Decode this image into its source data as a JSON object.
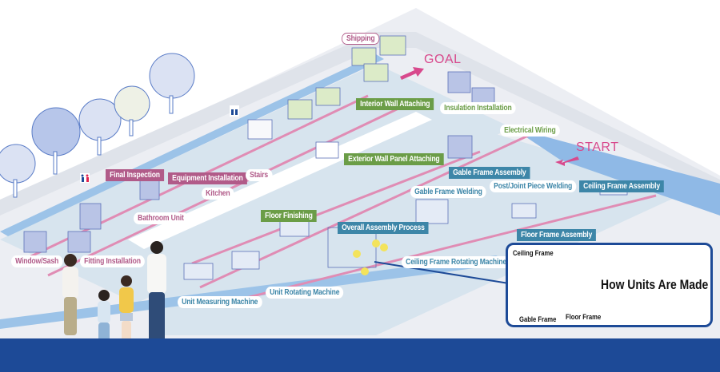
{
  "title": "Unit Production Line Overview",
  "markers": {
    "goal": "GOAL",
    "start": "START"
  },
  "labels": {
    "shipping": "Shipping",
    "interior_wall_attaching": "Interior Wall Attaching",
    "insulation_installation": "Insulation Installation",
    "electrical_wiring": "Electrical Wiring",
    "exterior_wall_panel_attaching": "Exterior Wall Panel Attaching",
    "gable_frame_assembly": "Gable Frame Assembly",
    "gable_frame_welding": "Gable Frame Welding",
    "post_joint_piece_welding": "Post/Joint Piece Welding",
    "ceiling_frame_assembly": "Ceiling Frame Assembly",
    "floor_frame_assembly": "Floor Frame Assembly",
    "final_inspection": "Final Inspection",
    "equipment_installation": "Equipment Installation",
    "stairs": "Stairs",
    "kitchen": "Kitchen",
    "bathroom_unit": "Bathroom Unit",
    "floor_finishing": "Floor Finishing",
    "overall_assembly_process": "Overall Assembly Process",
    "ceiling_frame_rotating_machine": "Ceiling Frame Rotating Machine",
    "window_sash": "Window/Sash",
    "fitting_installation": "Fitting Installation",
    "unit_measuring_machine": "Unit Measuring Machine",
    "unit_rotating_machine": "Unit Rotating Machine"
  },
  "how_units": {
    "title": "How Units Are Made",
    "ceiling_frame": "Ceiling Frame",
    "gable_frame": "Gable Frame",
    "floor_frame": "Floor Frame"
  },
  "colors": {
    "finishing_pink": "#b15b89",
    "wall_green": "#6b9d47",
    "frame_blue": "#3d86a8",
    "arrow_pink": "#d8498c",
    "footer_navy": "#1d4a97"
  }
}
